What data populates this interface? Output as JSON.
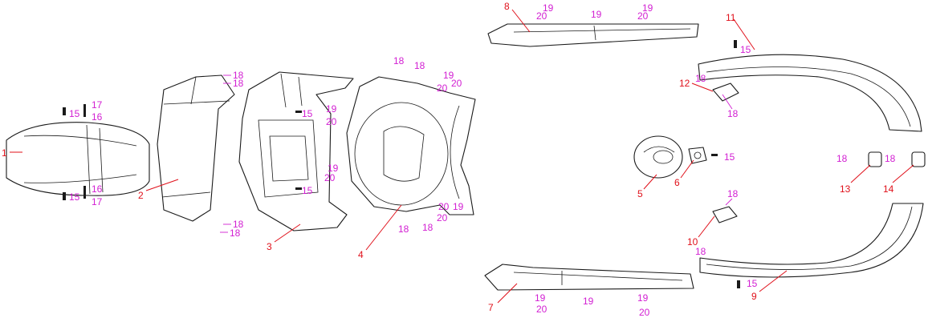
{
  "colors": {
    "callout": "#e0101a",
    "hardware": "#d21fd2",
    "line": "#1a1a1a"
  },
  "parts": {
    "p1": "1",
    "p2": "2",
    "p3": "3",
    "p4": "4",
    "p5": "5",
    "p6": "6",
    "p7": "7",
    "p8": "8",
    "p9": "9",
    "p10": "10",
    "p11": "11",
    "p12": "12",
    "p13": "13",
    "p14": "14"
  },
  "hardware": {
    "h15": "15",
    "h16": "16",
    "h17": "17",
    "h18": "18",
    "h19": "19",
    "h20": "20"
  }
}
